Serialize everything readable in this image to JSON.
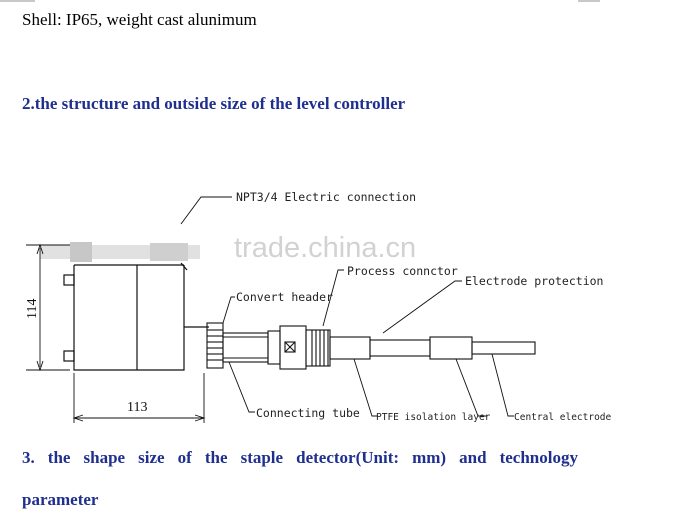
{
  "shell_text": "Shell: IP65, weight cast alunimum",
  "section2_heading": "2.the structure and outside size of the level controller",
  "section3_heading": "3.  the  shape  size  of  the  staple  detector(Unit:  mm)  and  technology",
  "section3_heading_cont": "parameter",
  "watermark": "trade.china.cn",
  "drawing": {
    "label_electric_connection": "NPT3/4 Electric connection",
    "label_process_connector": "Process connctor",
    "label_electrode_protection": "Electrode protection",
    "label_convert_header": "Convert header",
    "label_connecting_tube": "Connecting tube",
    "label_ptfe_layer": "PTFE isolation layer",
    "label_central_electrode": "Central electrode",
    "dim_height": "114",
    "dim_width": "113"
  }
}
